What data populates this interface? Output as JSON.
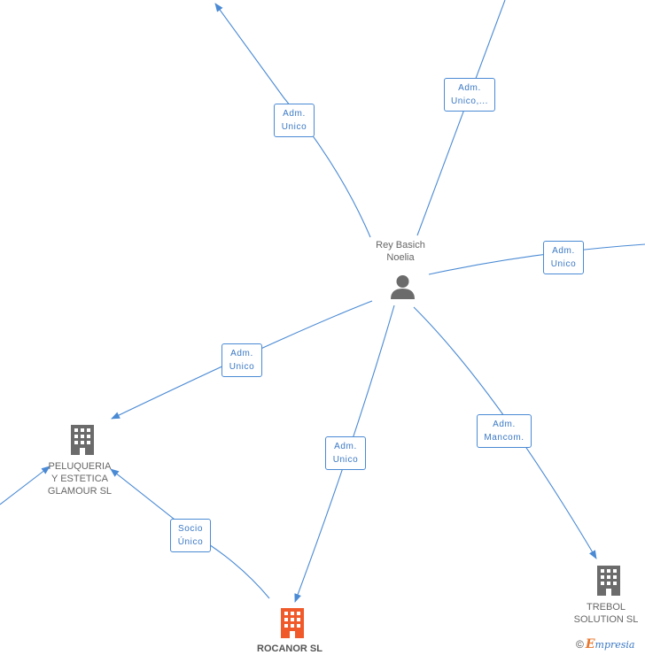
{
  "person": {
    "name_line1": "Rey Basich",
    "name_line2": "Noelia",
    "icon": "person-icon"
  },
  "companies": {
    "peluqueria": {
      "line1": "PELUQUERIA",
      "line2": "Y ESTETICA",
      "line3": "GLAMOUR SL",
      "icon": "building-icon"
    },
    "rocanor": {
      "line1": "ROCANOR SL",
      "icon": "building-icon",
      "color": "#f05a2a"
    },
    "trebol": {
      "line1": "TREBOL",
      "line2": "SOLUTION SL",
      "icon": "building-icon"
    }
  },
  "edges": {
    "top_left": {
      "line1": "Adm.",
      "line2": "Unico"
    },
    "top_right": {
      "line1": "Adm.",
      "line2": "Unico,..."
    },
    "right": {
      "line1": "Adm.",
      "line2": "Unico"
    },
    "to_peluqueria": {
      "line1": "Adm.",
      "line2": "Unico"
    },
    "to_rocanor": {
      "line1": "Adm.",
      "line2": "Unico"
    },
    "to_trebol": {
      "line1": "Adm.",
      "line2": "Mancom."
    },
    "rocanor_peluqueria": {
      "line1": "Socio",
      "line2": "Único"
    }
  },
  "colors": {
    "edge": "#4a8ad4",
    "node_gray": "#6b6b6b",
    "highlight": "#f05a2a"
  },
  "footer": {
    "copyright_symbol": "©",
    "brand_initial": "E",
    "brand_rest": "mpresia"
  }
}
